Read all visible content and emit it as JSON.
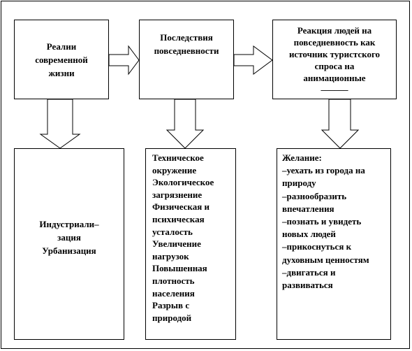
{
  "top_boxes": [
    {
      "lines": [
        "Реалии",
        "современной",
        "жизни"
      ]
    },
    {
      "lines": [
        "Последствия",
        "повседневности"
      ]
    },
    {
      "lines": [
        "Реакция людей на",
        "повседневность как",
        "источник туристского",
        "спроса на",
        "анимационные"
      ],
      "underscore": "______"
    }
  ],
  "bottom_boxes": [
    {
      "lines": [
        "Индустриали–",
        "зация",
        "Урбанизация"
      ]
    },
    {
      "lines": [
        "Техническое",
        "окружение",
        "Экологическое",
        "загрязнение",
        "Физическая и",
        "психическая",
        "усталость",
        "Увеличение",
        "нагрузок",
        "Повышенная",
        "плотность",
        "населения",
        "Разрыв с",
        "природой"
      ]
    },
    {
      "lines": [
        "Желание:",
        "–уехать из города на",
        "природу",
        "–разнообразить",
        "впечатления",
        "–познать и увидеть",
        "новых людей",
        "–прикоснуться к",
        "духовным ценностям",
        "–двигаться и",
        "развиваться"
      ]
    }
  ]
}
